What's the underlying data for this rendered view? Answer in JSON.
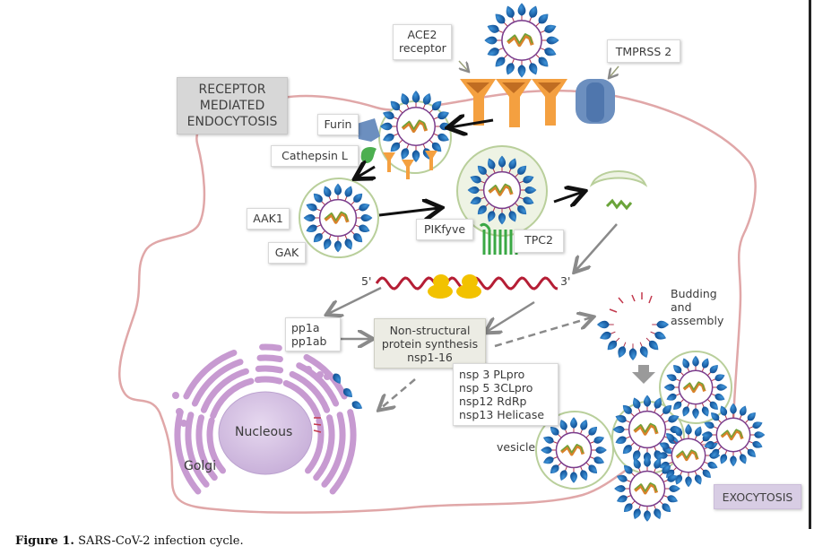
{
  "figure": {
    "caption_label": "Figure 1.",
    "caption_text": " SARS-CoV-2 infection cycle."
  },
  "labels": {
    "ace2": "ACE2\nreceptor",
    "tmprss2": "TMPRSS 2",
    "receptor_endocytosis": "RECEPTOR\nMEDIATED\nENDOCYTOSIS",
    "furin": "Furin",
    "cathepsin": "Cathepsin L",
    "aak1": "AAK1",
    "gak": "GAK",
    "pikfyve": "PIKfyve",
    "tpc2": "TPC2",
    "five_prime": "5'",
    "three_prime": "3'",
    "pp1": "pp1a\npp1ab",
    "nsp_synthesis": "Non-structural\nprotein synthesis\nnsp1-16",
    "nsp_list": "nsp 3 PLpro\nnsp 5 3CLpro\nnsp12 RdRp\nnsp13 Helicase",
    "budding": "Budding\nand\nassembly",
    "vesicle": "vesicle",
    "nucleous": "Nucleous",
    "golgi": "Golgi",
    "exocytosis": "EXOCYTOSIS"
  },
  "colors": {
    "membrane": "#e0a7a8",
    "vesicle_ring": "#b9cf9b",
    "vesicle_fill": "#eef3e4",
    "spike": "#1d6fb5",
    "spike_dark": "#0e3f7a",
    "envelope": "#7a3c8c",
    "rna_orange": "#d9822b",
    "rna_green": "#6aa43a",
    "receptor": "#f4a040",
    "tmprss": "#6c8fbf",
    "cathepsin": "#4caf50",
    "tpc2": "#3aa845",
    "mrna": "#b51e35",
    "ribosome": "#f2c200",
    "golgi": "#c79ad1",
    "nucleus": "#d9c5e6",
    "arrow_black": "#111111",
    "arrow_grey": "#8a8a8a"
  }
}
